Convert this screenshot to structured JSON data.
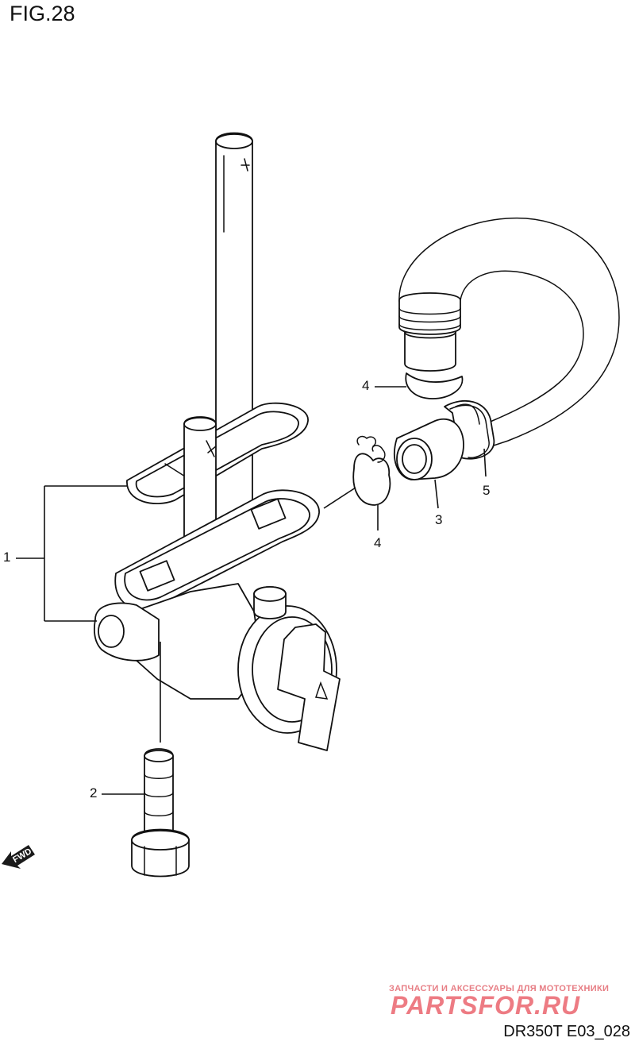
{
  "figure": {
    "title": "FIG.28",
    "reference_code": "DR350T E03_028"
  },
  "callouts": [
    {
      "id": "1",
      "label": "1"
    },
    {
      "id": "2",
      "label": "2"
    },
    {
      "id": "3",
      "label": "3"
    },
    {
      "id": "4a",
      "label": "4"
    },
    {
      "id": "4b",
      "label": "4"
    },
    {
      "id": "5",
      "label": "5"
    }
  ],
  "direction_marker": {
    "label": "FWD",
    "icon": "fwd-arrow-icon"
  },
  "watermark": {
    "tagline": "ЗАПЧАСТИ И АКСЕССУАРЫ ДЛЯ МОТОТЕХНИКИ",
    "brand": "PARTSFOR.RU",
    "color": "#e8505a"
  }
}
